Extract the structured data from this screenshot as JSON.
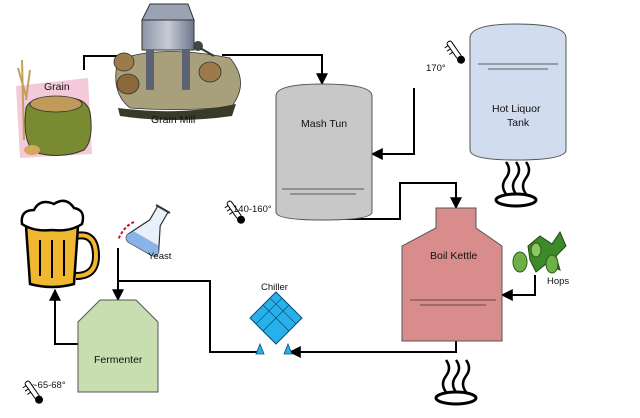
{
  "labels": {
    "grain": "Grain",
    "grain_mill": "Grain Mill",
    "mash_tun": "Mash Tun",
    "hot_liquor_tank_line1": "Hot Liquor",
    "hot_liquor_tank_line2": "Tank",
    "boil_kettle": "Boil Kettle",
    "hops": "Hops",
    "chiller": "Chiller",
    "yeast": "Yeast",
    "fermenter": "Fermenter"
  },
  "temperatures": {
    "hot_liquor": "170°",
    "mash": "140-160°",
    "fermenter": "~65-68°"
  },
  "colors": {
    "tank_fill": "#d2dcef",
    "mash_tun_fill": "#c8c8c8",
    "kettle_fill": "#d98c8c",
    "fermenter_fill": "#c8ddb0",
    "chiller_fill": "#27b0ea",
    "pipe": "#000000",
    "beer": "#f0b830",
    "foam": "#ffffff",
    "hops_green": "#3d8a2a",
    "yeast_liquid": "#c8102e"
  },
  "icons": [
    "grain-sack-icon",
    "grain-mill-icon",
    "thermometer-icon",
    "flame-icon",
    "hops-icon",
    "beer-mug-icon",
    "yeast-flask-icon"
  ]
}
